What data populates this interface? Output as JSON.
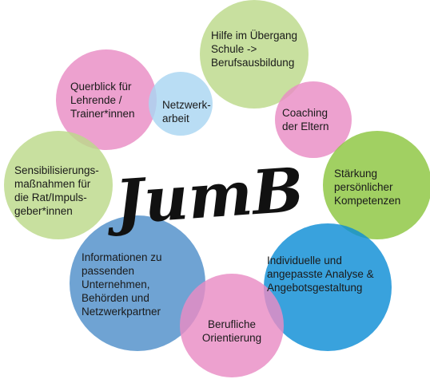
{
  "logo": {
    "text": "JumB",
    "color": "#111111"
  },
  "palette": {
    "pink": "#e98cc4",
    "light_green": "#bcd98a",
    "green": "#8cc63f",
    "light_blue": "#a9d6f2",
    "blue": "#0e8ed6",
    "steel_blue": "#4f8fc9"
  },
  "bubbles": [
    {
      "id": "hilfe",
      "color_key": "light_green",
      "lines": [
        "Hilfe im Übergang",
        "Schule ->",
        "Berufsausbildung"
      ]
    },
    {
      "id": "querblick",
      "color_key": "pink",
      "lines": [
        "Querblick für",
        "Lehrende /",
        "Trainer*innen"
      ]
    },
    {
      "id": "netzwerk",
      "color_key": "light_blue",
      "lines": [
        "Netzwerk-",
        "arbeit"
      ]
    },
    {
      "id": "coaching",
      "color_key": "pink",
      "lines": [
        "Coaching",
        "der Eltern"
      ]
    },
    {
      "id": "staerkung",
      "color_key": "green",
      "lines": [
        "Stärkung",
        "persönlicher",
        "Kompetenzen"
      ]
    },
    {
      "id": "sensibilisierung",
      "color_key": "light_green",
      "lines": [
        "Sensibilisierungs-",
        "maßnahmen für",
        "die Rat/Impuls-",
        "geber*innen"
      ]
    },
    {
      "id": "analyse",
      "color_key": "blue",
      "lines": [
        "Individuelle und",
        "angepasste Analyse &",
        "Angebotsgestaltung"
      ]
    },
    {
      "id": "informationen",
      "color_key": "steel_blue",
      "lines": [
        "Informationen zu",
        "passenden",
        "Unternehmen,",
        "Behörden und",
        "Netzwerkpartner"
      ]
    },
    {
      "id": "orientierung",
      "color_key": "pink",
      "lines": [
        "Berufliche",
        "Orientierung"
      ]
    }
  ]
}
